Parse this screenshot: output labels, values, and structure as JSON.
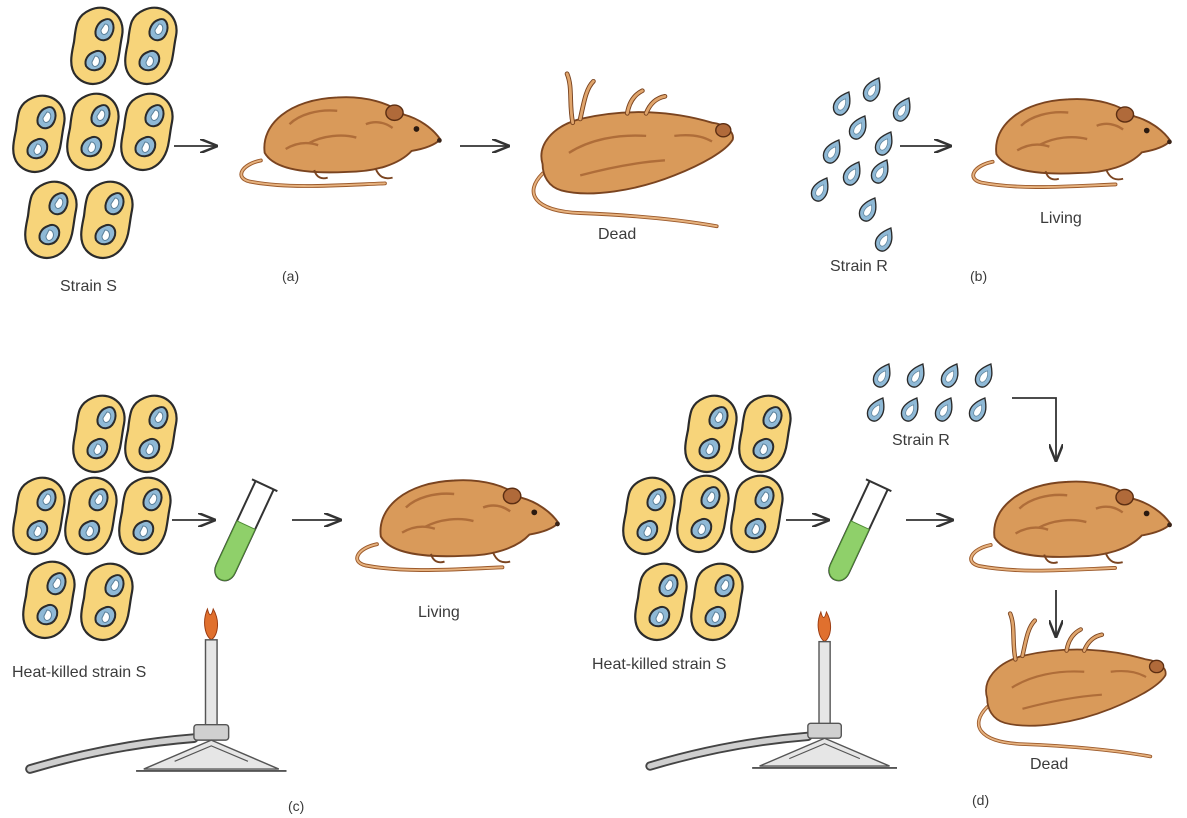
{
  "panels": {
    "a": {
      "panel_label": "(a)",
      "strain_label": "Strain S",
      "outcome_label": "Dead"
    },
    "b": {
      "panel_label": "(b)",
      "strain_label": "Strain R",
      "outcome_label": "Living"
    },
    "c": {
      "panel_label": "(c)",
      "strain_label": "Heat-killed strain S",
      "outcome_label": "Living"
    },
    "d": {
      "panel_label": "(d)",
      "strain_s_label": "Heat-killed strain S",
      "strain_r_label": "Strain R",
      "outcome_label": "Dead"
    }
  },
  "colors": {
    "capsule_fill": "#f7d47a",
    "capsule_stroke": "#2b2b2b",
    "cell_fill": "#8fb9d6",
    "rat_body": "#d99a5a",
    "rat_dark": "#9c5a2b",
    "tube_liquid": "#8fd06a",
    "flame": "#e0702e",
    "burner": "#bfbfbf"
  },
  "icons": [
    "capsule-bacterium-icon",
    "rough-bacterium-icon",
    "rat-icon",
    "dead-rat-icon",
    "test-tube-icon",
    "bunsen-burner-icon",
    "arrow-icon"
  ]
}
